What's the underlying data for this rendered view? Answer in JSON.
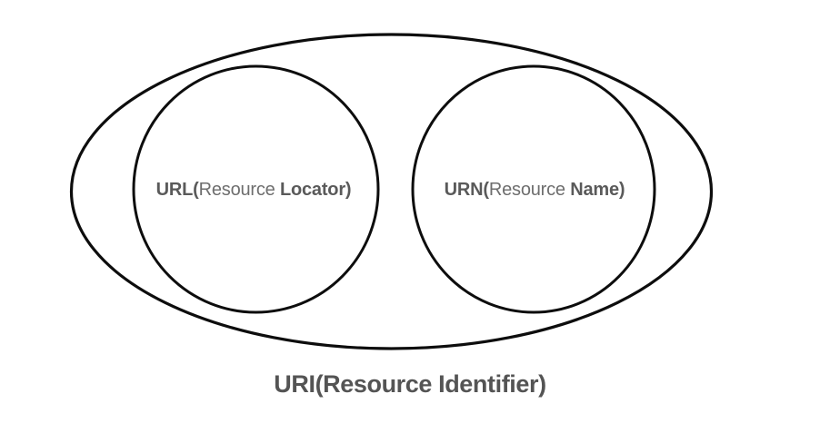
{
  "diagram": {
    "title": "URI(Resource Identifier)",
    "type": "venn-containment",
    "background_color": "#ffffff",
    "stroke_color": "#0d0d0d",
    "label_color": "#5f5f5f",
    "caption_color": "#545454",
    "outer_set": {
      "name": "outer-ellipse-uri",
      "caption": "URI(Resource Identifier)",
      "abbrev": "URI",
      "expansion": "Resource Identifier"
    },
    "inner_sets": [
      {
        "name": "inner-circle-url",
        "abbrev_bold": "URL(",
        "middle_regular": "Resource ",
        "tail_bold": "Locator)",
        "full_text": "URL(Resource Locator)"
      },
      {
        "name": "inner-circle-urn",
        "abbrev_bold": "URN(",
        "middle_regular": "Resource ",
        "tail_bold": "Name)",
        "full_text": "URN(Resource Name)"
      }
    ]
  }
}
